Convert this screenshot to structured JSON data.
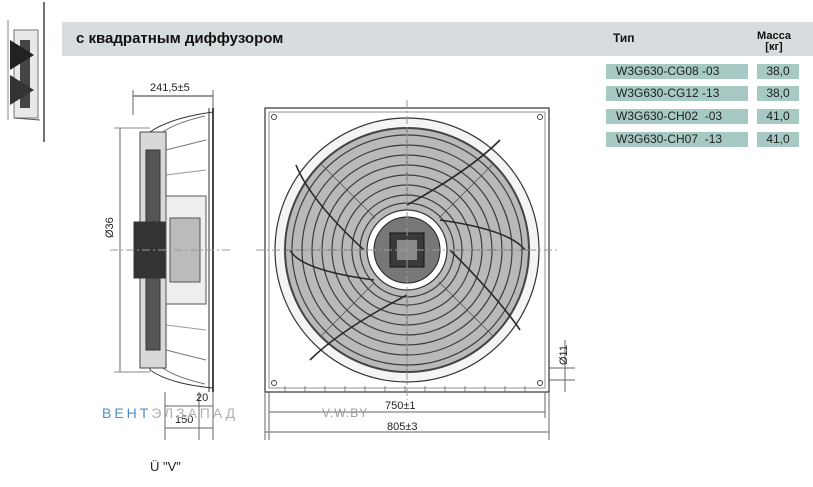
{
  "header": {
    "title": "с квадратным диффузором",
    "col_type": "Тип",
    "col_mass": "Масса",
    "col_mass_unit": "[кг]"
  },
  "rows": [
    {
      "type": "W3G630-CG08 -03",
      "mass": "38,0"
    },
    {
      "type": "W3G630-CG12 -13",
      "mass": "38,0"
    },
    {
      "type": "W3G630-CH02  -03",
      "mass": "41,0"
    },
    {
      "type": "W3G630-CH07  -13",
      "mass": "41,0"
    }
  ],
  "dimensions": {
    "depth": "241,5±5",
    "diameter": "Ø36",
    "flange": "20",
    "flange2": "150",
    "inner": "750±1",
    "outer": "805±3",
    "hole": "Ø11"
  },
  "watermark": {
    "part_a": "ВЕНТ",
    "part_b": "ЭЛЗАПАД",
    "site": "V.W.BY"
  },
  "caption": "Ü \"V\"",
  "colors": {
    "header_bg": "#d7dcde",
    "row_bg": "#a6c9c4",
    "watermark_blue": "#4f8fc9"
  }
}
